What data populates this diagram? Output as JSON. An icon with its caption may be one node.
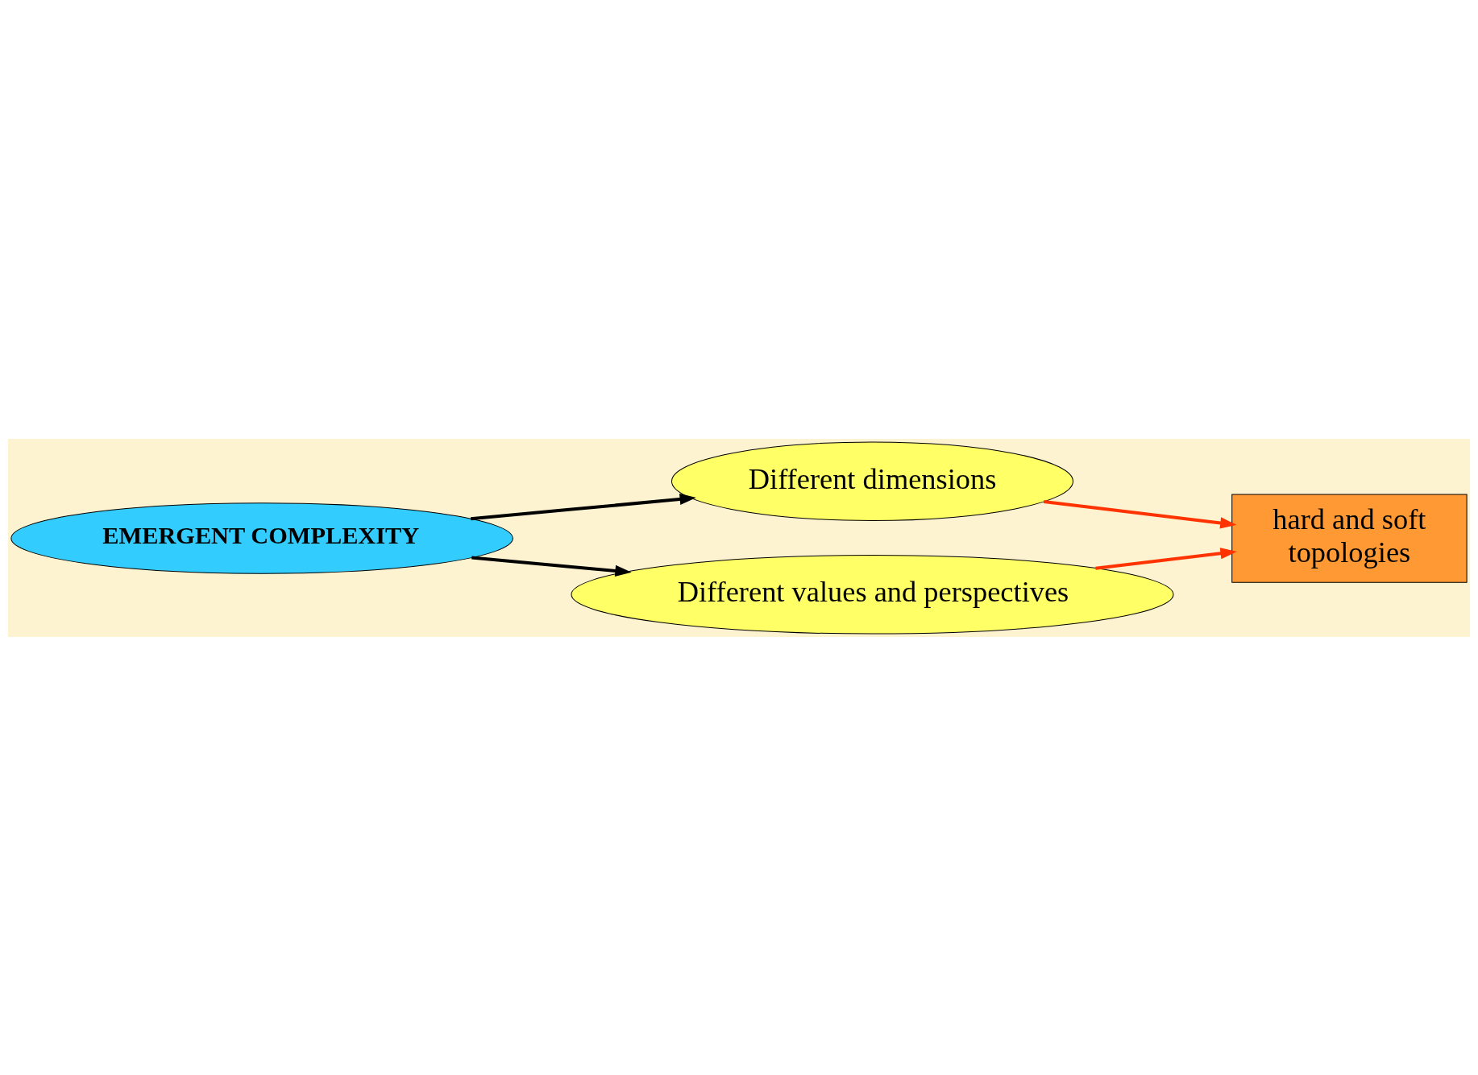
{
  "diagram": {
    "nodes": [
      {
        "text": [
          "EMERGENT COMPLEXITY"
        ]
      },
      {
        "text": [
          "Different dimensions"
        ]
      },
      {
        "text": [
          "hard and soft",
          "topologies"
        ]
      },
      {
        "text": [
          "Different values and perspectives"
        ]
      }
    ],
    "edges": [
      {
        "from": 0,
        "to": 1,
        "arrow": "to",
        "color": "#000000"
      },
      {
        "from": 0,
        "to": 3,
        "arrow": "to",
        "color": "#000000"
      },
      {
        "from": 1,
        "to": 2,
        "arrow": "to",
        "color": "#ff3300"
      },
      {
        "from": 3,
        "to": 2,
        "arrow": "to",
        "color": "#ff3300"
      }
    ]
  }
}
